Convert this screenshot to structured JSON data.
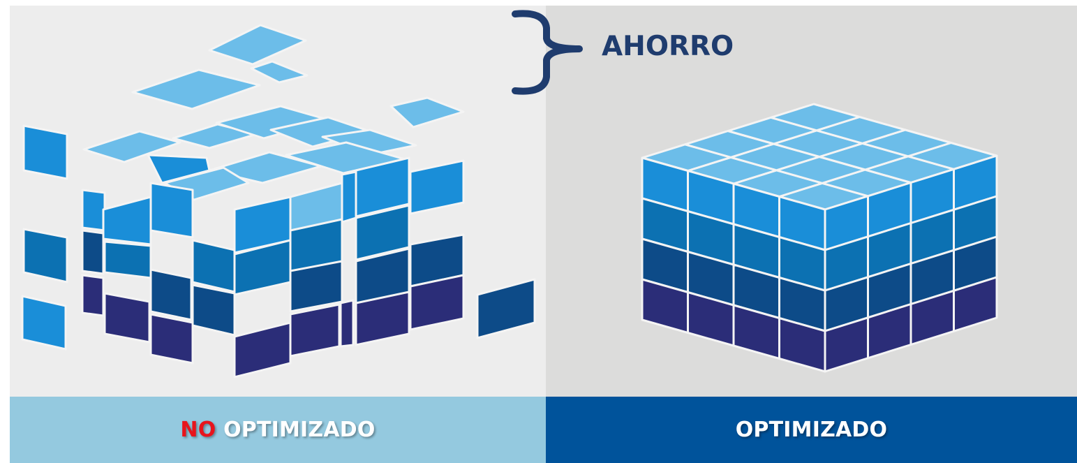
{
  "labels": {
    "savings": "AHORRO",
    "left_prefix": "NO",
    "left_rest": " OPTIMIZADO",
    "right": "OPTIMIZADO"
  },
  "colors": {
    "left_panel_bg": "#ededed",
    "right_panel_bg": "#dcdcdb",
    "left_footer_bg": "#94c9df",
    "right_footer_bg": "#00539b",
    "negative_word": "#e8141c",
    "savings_text": "#1f3c6e",
    "cube_top": "#6cbde9",
    "cube_layer_1": "#1a8ed8",
    "cube_layer_2": "#0c71b2",
    "cube_layer_3": "#0d4b88",
    "cube_layer_4": "#2b2d78"
  },
  "icons": {
    "bracket": "curly-brace-icon"
  }
}
